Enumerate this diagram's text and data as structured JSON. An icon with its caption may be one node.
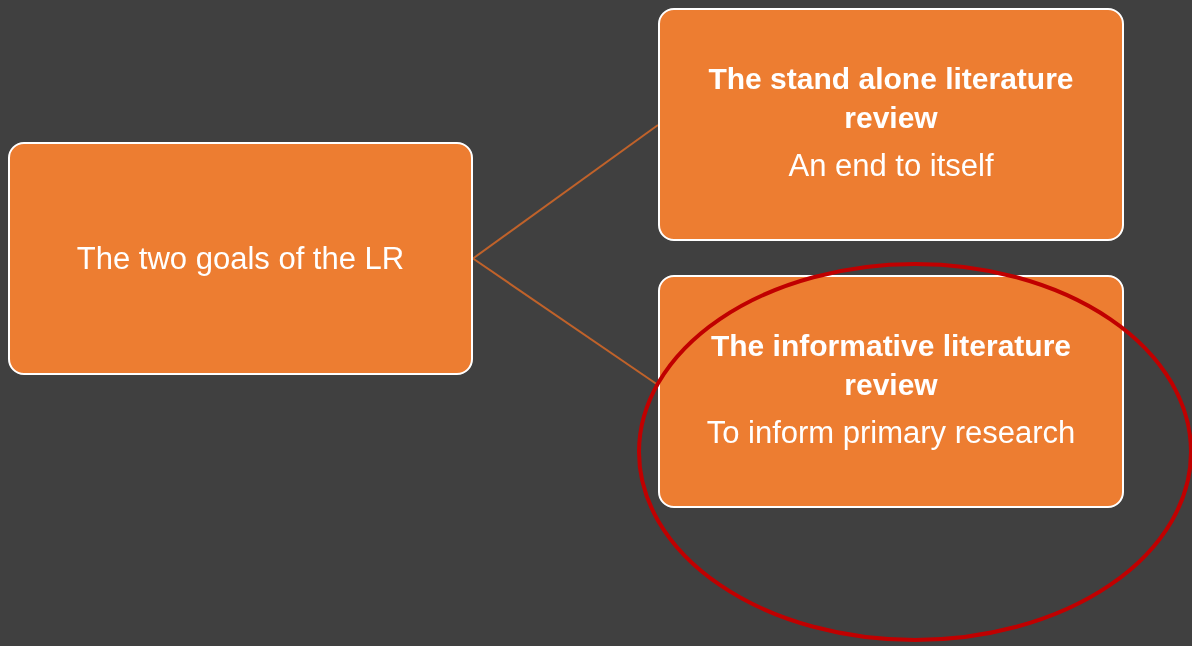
{
  "diagram": {
    "nodes": [
      {
        "text": [
          "The two goals of the LR"
        ]
      },
      {
        "text": [
          "The stand alone literature review",
          "An end to itself"
        ]
      },
      {
        "text": [
          "The informative literature review",
          "To inform primary research"
        ]
      }
    ],
    "edges": [
      {
        "from": 0,
        "to": 1,
        "arrow": "none"
      },
      {
        "from": 0,
        "to": 2,
        "arrow": "none"
      }
    ]
  }
}
